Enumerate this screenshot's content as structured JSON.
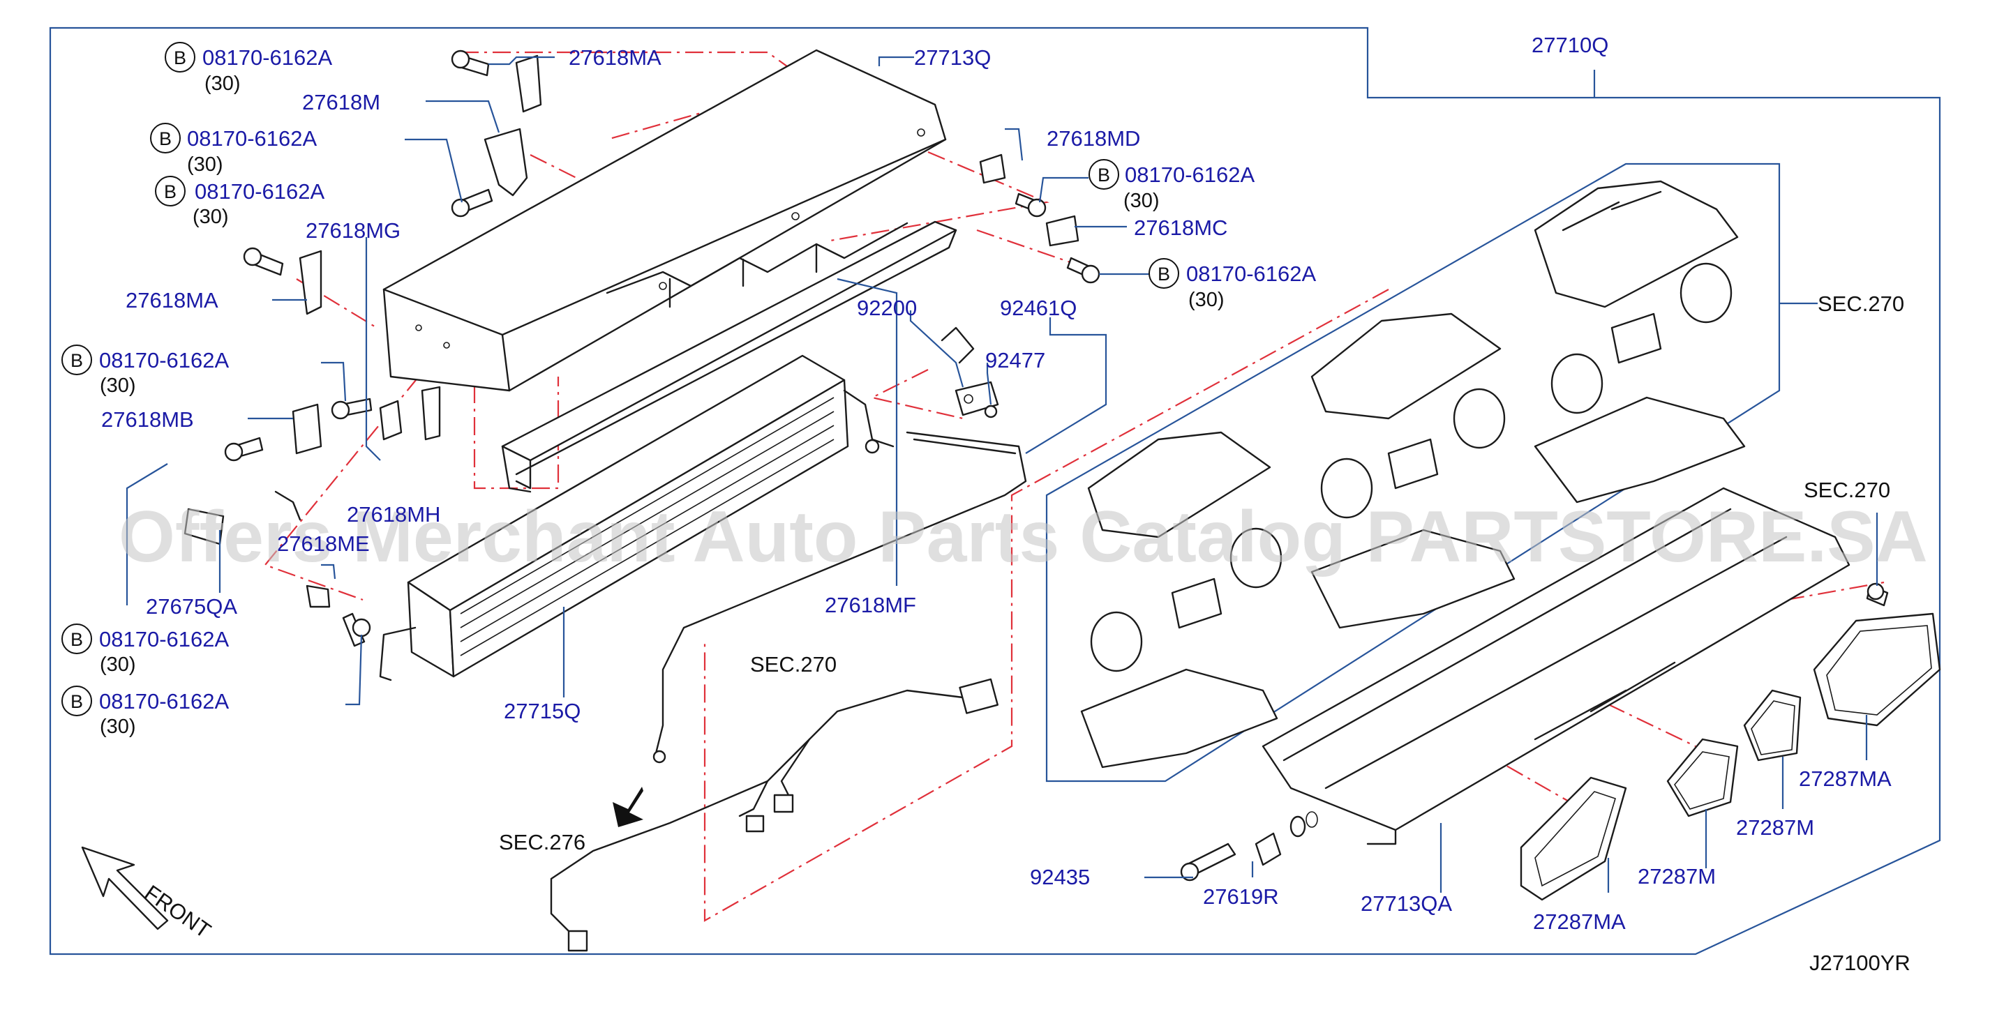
{
  "diagram": {
    "labels": {
      "bolt_a": "08170-6162A",
      "bolt_b": "08170-6162A",
      "bolt_c": "08170-6162A",
      "bolt_d": "08170-6162A",
      "bolt_e": "08170-6162A",
      "bolt_f": "08170-6162A",
      "bolt_g": "08170-6162A",
      "bolt_h": "08170-6162A",
      "p27618MA_top": "27618MA",
      "p27618M": "27618M",
      "p27618MG": "27618MG",
      "p27618MA_left": "27618MA",
      "p27618MB": "27618MB",
      "p27618MH": "27618MH",
      "p27618ME": "27618ME",
      "p27675QA": "27675QA",
      "p27713Q": "27713Q",
      "p27710Q": "27710Q",
      "p27618MD": "27618MD",
      "p27618MC": "27618MC",
      "p92200": "92200",
      "p92461Q": "92461Q",
      "p92477": "92477",
      "p27618MF": "27618MF",
      "p27715Q": "27715Q",
      "p92435": "92435",
      "p27619R": "27619R",
      "p27713QA": "27713QA",
      "p27287MA_lower": "27287MA",
      "p27287M_lower": "27287M",
      "p27287M_mid": "27287M",
      "p27287MA_right": "27287MA"
    },
    "quantities": {
      "q1": "(30)",
      "q2": "(30)",
      "q3": "(30)",
      "q4": "(30)",
      "q5": "(30)",
      "q6": "(30)",
      "q7": "(30)",
      "q8": "(30)"
    },
    "bolt_marker": "B",
    "sections": {
      "sec270_blower": "SEC.270",
      "sec270_right": "SEC.270",
      "sec270_harness": "SEC.270",
      "sec276": "SEC.276"
    },
    "front_label": "FRONT",
    "diagram_code": "J27100YR",
    "watermark": "Offers Merchant Auto Parts Catalog PARTSTORE.SA",
    "colors": {
      "label_blue": "#1a1aa6",
      "leader_blue": "#27549a",
      "centerline_red": "#e0303a"
    }
  }
}
